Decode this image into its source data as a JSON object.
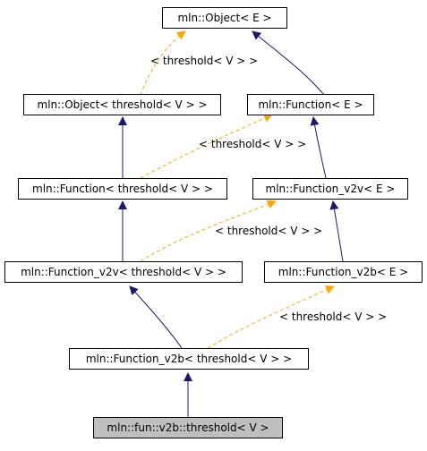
{
  "nodes": [
    {
      "id": "obj-e",
      "label": "mln::Object< E >"
    },
    {
      "id": "obj-thr",
      "label": "mln::Object< threshold< V > >"
    },
    {
      "id": "fun-e",
      "label": "mln::Function< E >"
    },
    {
      "id": "fun-thr",
      "label": "mln::Function< threshold< V > >"
    },
    {
      "id": "v2v-e",
      "label": "mln::Function_v2v< E >"
    },
    {
      "id": "v2v-thr",
      "label": "mln::Function_v2v< threshold< V > >"
    },
    {
      "id": "v2b-e",
      "label": "mln::Function_v2b< E >"
    },
    {
      "id": "v2b-thr",
      "label": "mln::Function_v2b< threshold< V > >"
    },
    {
      "id": "thr",
      "label": "mln::fun::v2b::threshold< V >",
      "current": true
    }
  ],
  "template_edges": [
    {
      "from": "obj-e",
      "to": "obj-thr",
      "label": "< threshold< V > >"
    },
    {
      "from": "fun-e",
      "to": "fun-thr",
      "label": "< threshold< V > >"
    },
    {
      "from": "v2v-e",
      "to": "v2v-thr",
      "label": "< threshold< V > >"
    },
    {
      "from": "v2b-e",
      "to": "v2b-thr",
      "label": "< threshold< V > >"
    }
  ],
  "inherit_edges": [
    {
      "from": "obj-e",
      "to": "fun-e"
    },
    {
      "from": "obj-thr",
      "to": "fun-thr"
    },
    {
      "from": "fun-e",
      "to": "v2v-e"
    },
    {
      "from": "fun-thr",
      "to": "v2v-thr"
    },
    {
      "from": "v2v-e",
      "to": "v2b-e"
    },
    {
      "from": "v2v-thr",
      "to": "v2b-thr"
    },
    {
      "from": "v2b-thr",
      "to": "thr"
    }
  ],
  "colors": {
    "inherit": "#191970",
    "template": "#ffa500",
    "current_fill": "#bfbfbf"
  }
}
